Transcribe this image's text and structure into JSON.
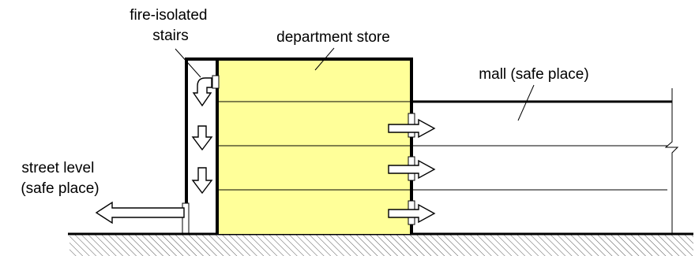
{
  "labels": {
    "fire_isolated_stairs": [
      "fire-isolated",
      "stairs"
    ],
    "department_store": "department store",
    "mall": "mall (safe place)",
    "street_level": [
      "street level",
      "(safe place)"
    ]
  },
  "colors": {
    "store_fill": "#ffff99",
    "ground_hatch": "#555555",
    "line": "#000000",
    "arrow_fill": "#ffffff"
  },
  "icons": {
    "escape_arrow": "white-block-arrow",
    "ground": "hatched-ground"
  }
}
